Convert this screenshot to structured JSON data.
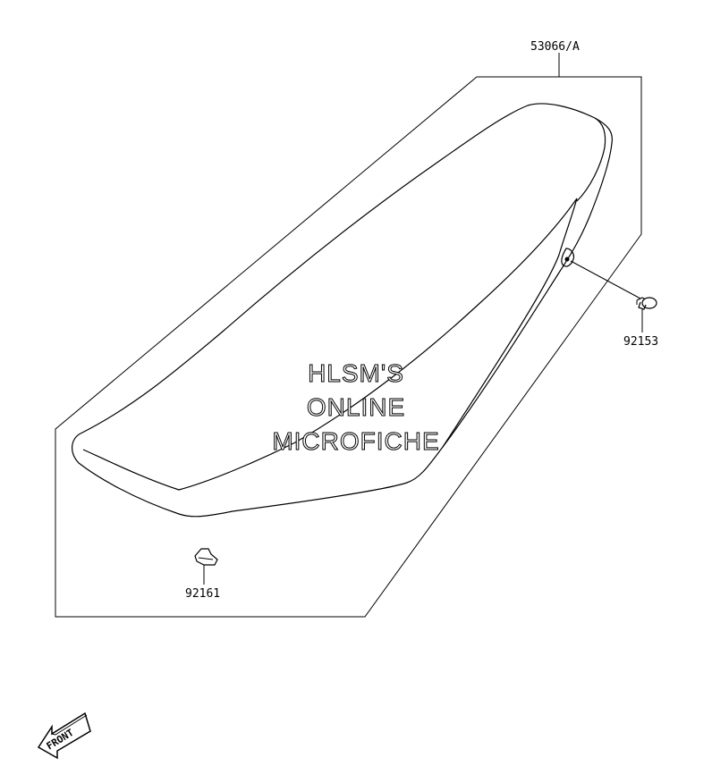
{
  "parts": {
    "seat_assembly": "53066/A",
    "bolt": "92153",
    "clip": "92161"
  },
  "watermark": {
    "line1": "HLSM'S",
    "line2": "ONLINE",
    "line3": "MICROFICHE"
  },
  "front_arrow": {
    "label": "FRONT"
  }
}
